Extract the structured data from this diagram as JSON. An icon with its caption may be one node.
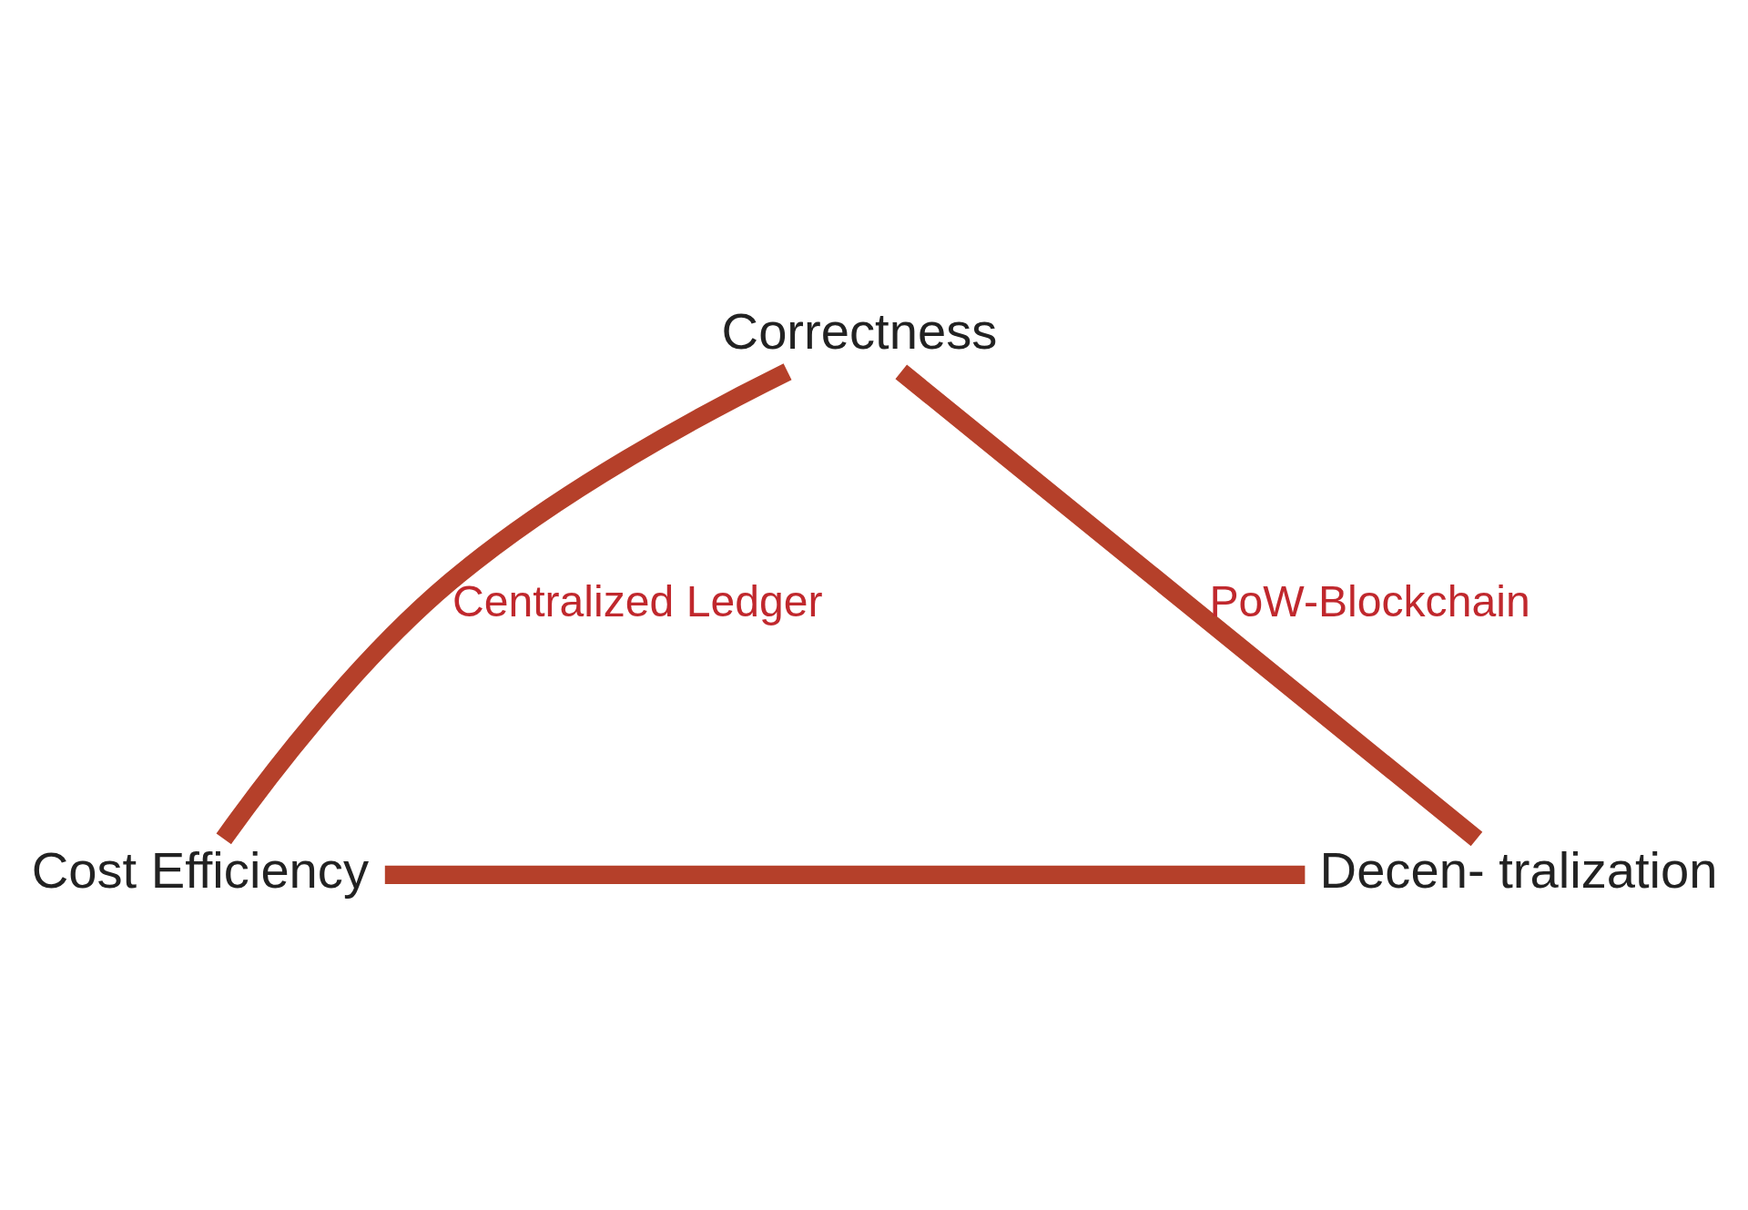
{
  "diagram": {
    "nodes": [
      {
        "text": [
          "Correctness"
        ]
      },
      {
        "text": [
          "Cost Efficiency"
        ]
      },
      {
        "text": [
          "Decen- tralization"
        ]
      }
    ],
    "edges": [
      {
        "from": 0,
        "to": 1,
        "arrow": "none",
        "label": "Centralized Ledger"
      },
      {
        "from": 0,
        "to": 2,
        "arrow": "none",
        "label": "PoW-Blockchain"
      },
      {
        "from": 1,
        "to": 2,
        "arrow": "none"
      }
    ]
  }
}
